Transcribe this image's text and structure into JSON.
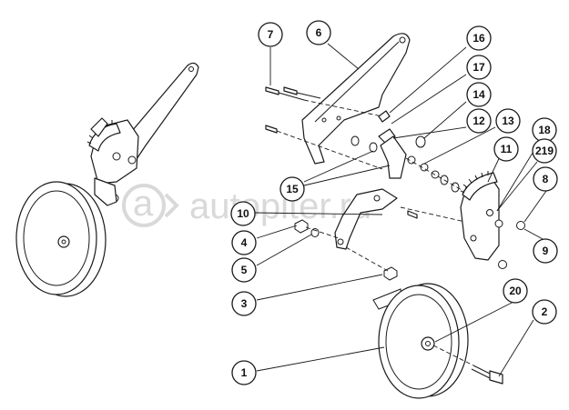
{
  "watermark": {
    "logo_text": "a",
    "text": "autopiter.ru",
    "color": "#d9d9d9"
  },
  "callouts": {
    "c1": "1",
    "c2": "2",
    "c3": "3",
    "c4": "4",
    "c5": "5",
    "c6": "6",
    "c7": "7",
    "c8": "8",
    "c9": "9",
    "c10": "10",
    "c11": "11",
    "c12": "12",
    "c13": "13",
    "c14": "14",
    "c15": "15",
    "c16": "16",
    "c17": "17",
    "c18": "18",
    "c219": "219",
    "c20": "20"
  },
  "colors": {
    "line": "#1a1a1a",
    "background": "#ffffff"
  }
}
